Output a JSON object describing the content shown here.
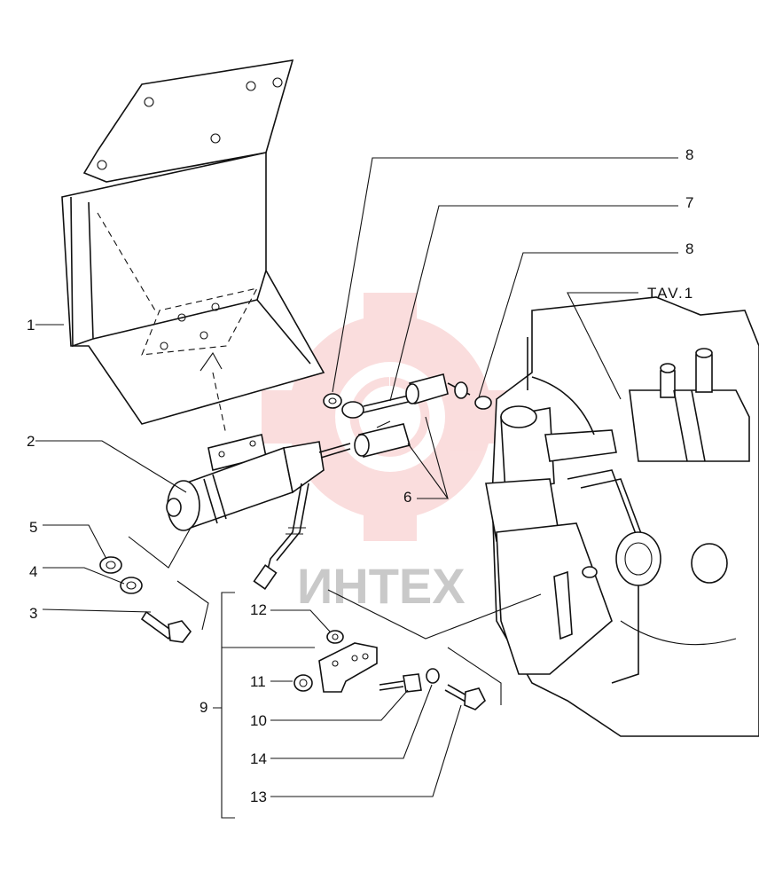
{
  "callouts": {
    "c1": "1",
    "c2": "2",
    "c3": "3",
    "c4": "4",
    "c5": "5",
    "c6": "6",
    "c7": "7",
    "c8a": "8",
    "c8b": "8",
    "c9": "9",
    "c10": "10",
    "c11": "11",
    "c12": "12",
    "c13": "13",
    "c14": "14",
    "ref": "TAV.1"
  },
  "watermark": {
    "text": "ИНТЕХ",
    "color": "#f2a0a0"
  },
  "colors": {
    "ink": "#111111",
    "paper": "#ffffff"
  }
}
